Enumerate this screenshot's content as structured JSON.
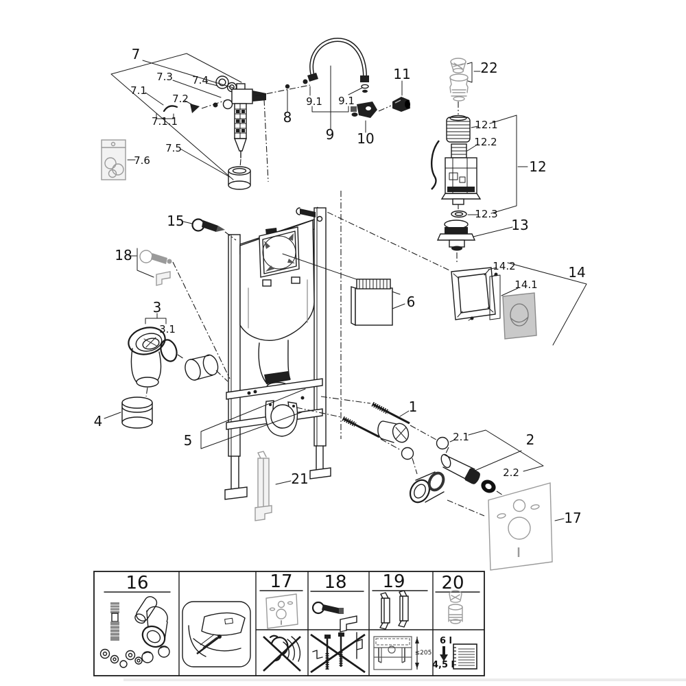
{
  "diagram": {
    "title": "wall-mounted cistern frame exploded parts diagram",
    "colors": {
      "line": "#1a1a1a",
      "accessory_gray": "#9a9a9a",
      "plate_fill": "#c9c9c9",
      "background": "#ffffff"
    },
    "callouts": [
      {
        "label": "7"
      },
      {
        "label": "7.3"
      },
      {
        "label": "7.4"
      },
      {
        "label": "7.1"
      },
      {
        "label": "7.2"
      },
      {
        "label": "7.1.1"
      },
      {
        "label": "7.5"
      },
      {
        "label": "7.6"
      },
      {
        "label": "8"
      },
      {
        "label": "9.1"
      },
      {
        "label": "9.1"
      },
      {
        "label": "9"
      },
      {
        "label": "10"
      },
      {
        "label": "11"
      },
      {
        "label": "22"
      },
      {
        "label": "12.1"
      },
      {
        "label": "12.2"
      },
      {
        "label": "12"
      },
      {
        "label": "12.3"
      },
      {
        "label": "13"
      },
      {
        "label": "15"
      },
      {
        "label": "18"
      },
      {
        "label": "14.2"
      },
      {
        "label": "14"
      },
      {
        "label": "14.1"
      },
      {
        "label": "6"
      },
      {
        "label": "3"
      },
      {
        "label": "3.1"
      },
      {
        "label": "4"
      },
      {
        "label": "5"
      },
      {
        "label": "1"
      },
      {
        "label": "2.1"
      },
      {
        "label": "2"
      },
      {
        "label": "2.2"
      },
      {
        "label": "21"
      },
      {
        "label": "17"
      }
    ]
  },
  "legend": {
    "cells": [
      {
        "label": "16",
        "icon": "fixing-set-icon"
      },
      {
        "label": "",
        "icon": "shower-toilet-icon"
      },
      {
        "label": "17",
        "icon": "sound-insulation-pad-icon",
        "icon2": "no-noise-icon"
      },
      {
        "label": "18",
        "icon": "wall-anchor-icon",
        "icon2": "no-standard-bolts-icon"
      },
      {
        "label": "19",
        "icon": "extension-brackets-icon",
        "icon2": "frame-dimension-icon",
        "dimension": "≤205"
      },
      {
        "label": "20",
        "icon": "flush-reducer-icon",
        "icon2": "flush-volume-icon",
        "volume_from": "6 l",
        "volume_to": "4,5 l"
      }
    ]
  }
}
